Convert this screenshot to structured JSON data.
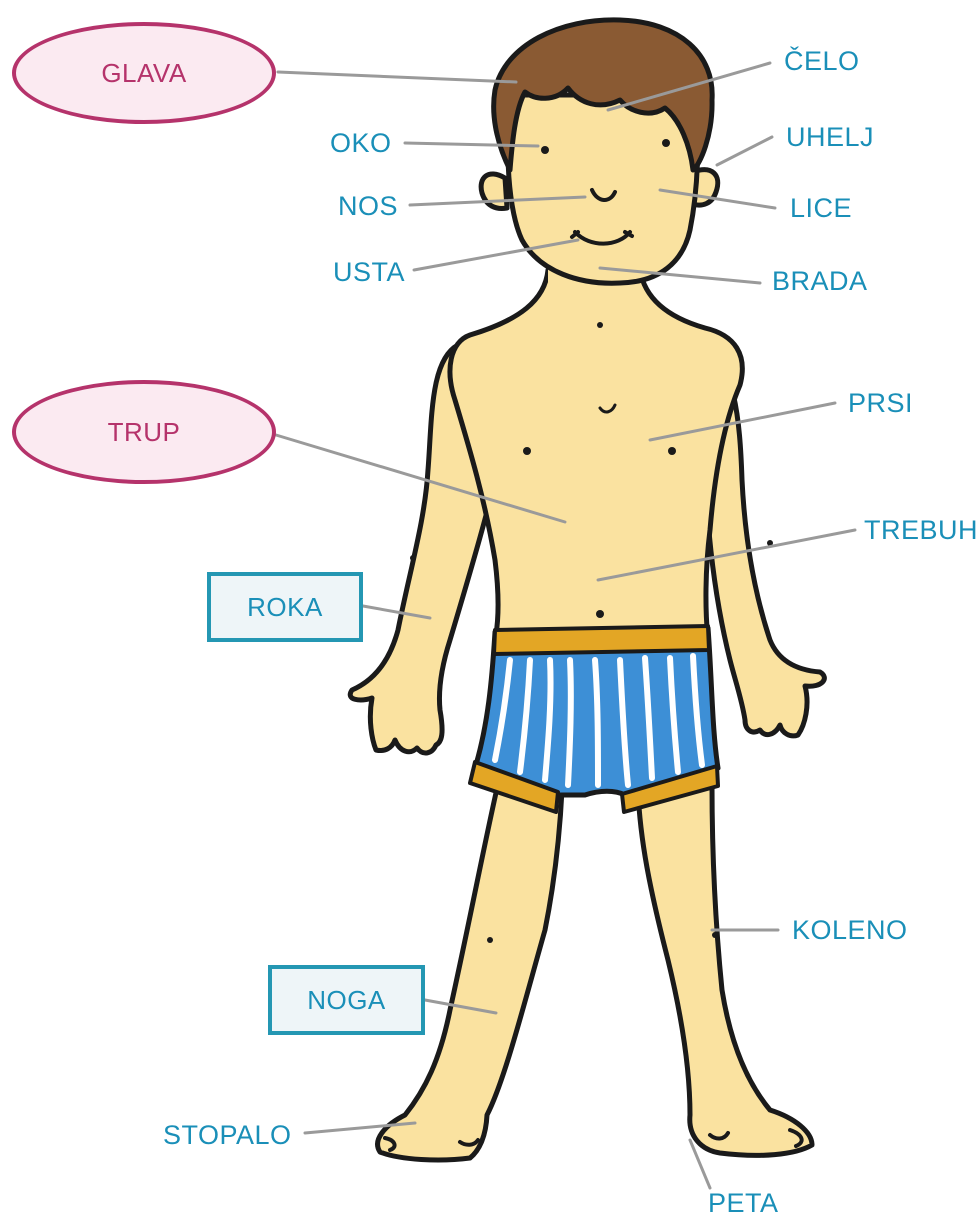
{
  "colors": {
    "label_text": "#1a8fb8",
    "oval_border": "#b5336b",
    "oval_fill": "#fbeaf1",
    "oval_text": "#b5336b",
    "box_border": "#2497b3",
    "box_fill": "#eef5f8",
    "skin": "#fae2a0",
    "hair": "#8a5a33",
    "shorts_blue": "#3d8fd6",
    "shorts_band": "#e3a625",
    "leader_line": "#9a9a9a",
    "outline": "#1a1a1a"
  },
  "categories": {
    "head": "GLAVA",
    "torso": "TRUP",
    "arm": "ROKA",
    "leg": "NOGA"
  },
  "labels": {
    "forehead": "ČELO",
    "eye": "OKO",
    "ear": "UHELJ",
    "nose": "NOS",
    "face": "LICE",
    "mouth": "USTA",
    "chin": "BRADA",
    "chest": "PRSI",
    "belly": "TREBUH",
    "knee": "KOLENO",
    "foot": "STOPALO",
    "heel": "PETA"
  }
}
